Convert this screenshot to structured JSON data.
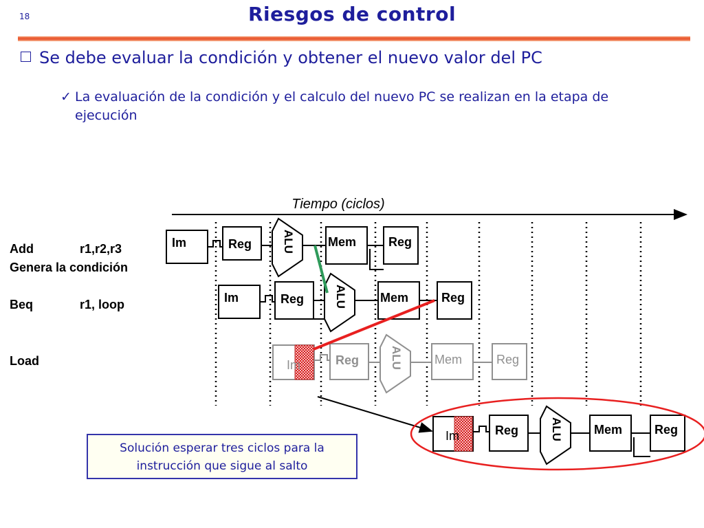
{
  "slide": {
    "number": "18",
    "title": "Riesgos de control"
  },
  "bullets": {
    "main": "Se debe evaluar la condición y obtener el nuevo valor del PC",
    "sub": "La evaluación de la condición y el calculo del nuevo PC se realizan en la etapa de ejecución"
  },
  "timeline": {
    "label": "Tiempo (ciclos)"
  },
  "instructions": {
    "add": {
      "opcode": "Add",
      "operands": "r1,r2,r3",
      "note": "Genera la condición"
    },
    "beq": {
      "opcode": "Beq",
      "operands": "r1, loop"
    },
    "load": {
      "opcode": "Load"
    }
  },
  "stages": {
    "im": "Im",
    "reg": "Reg",
    "alu": "ALU",
    "mem": "Mem"
  },
  "solution": {
    "text": "Solución esperar tres ciclos para la instrucción que sigue al salto"
  },
  "colors": {
    "title_blue": "#1e1e9c",
    "hazard_red": "#e82020",
    "forward_green": "#2e9a5a",
    "faded_gray": "#909090"
  }
}
